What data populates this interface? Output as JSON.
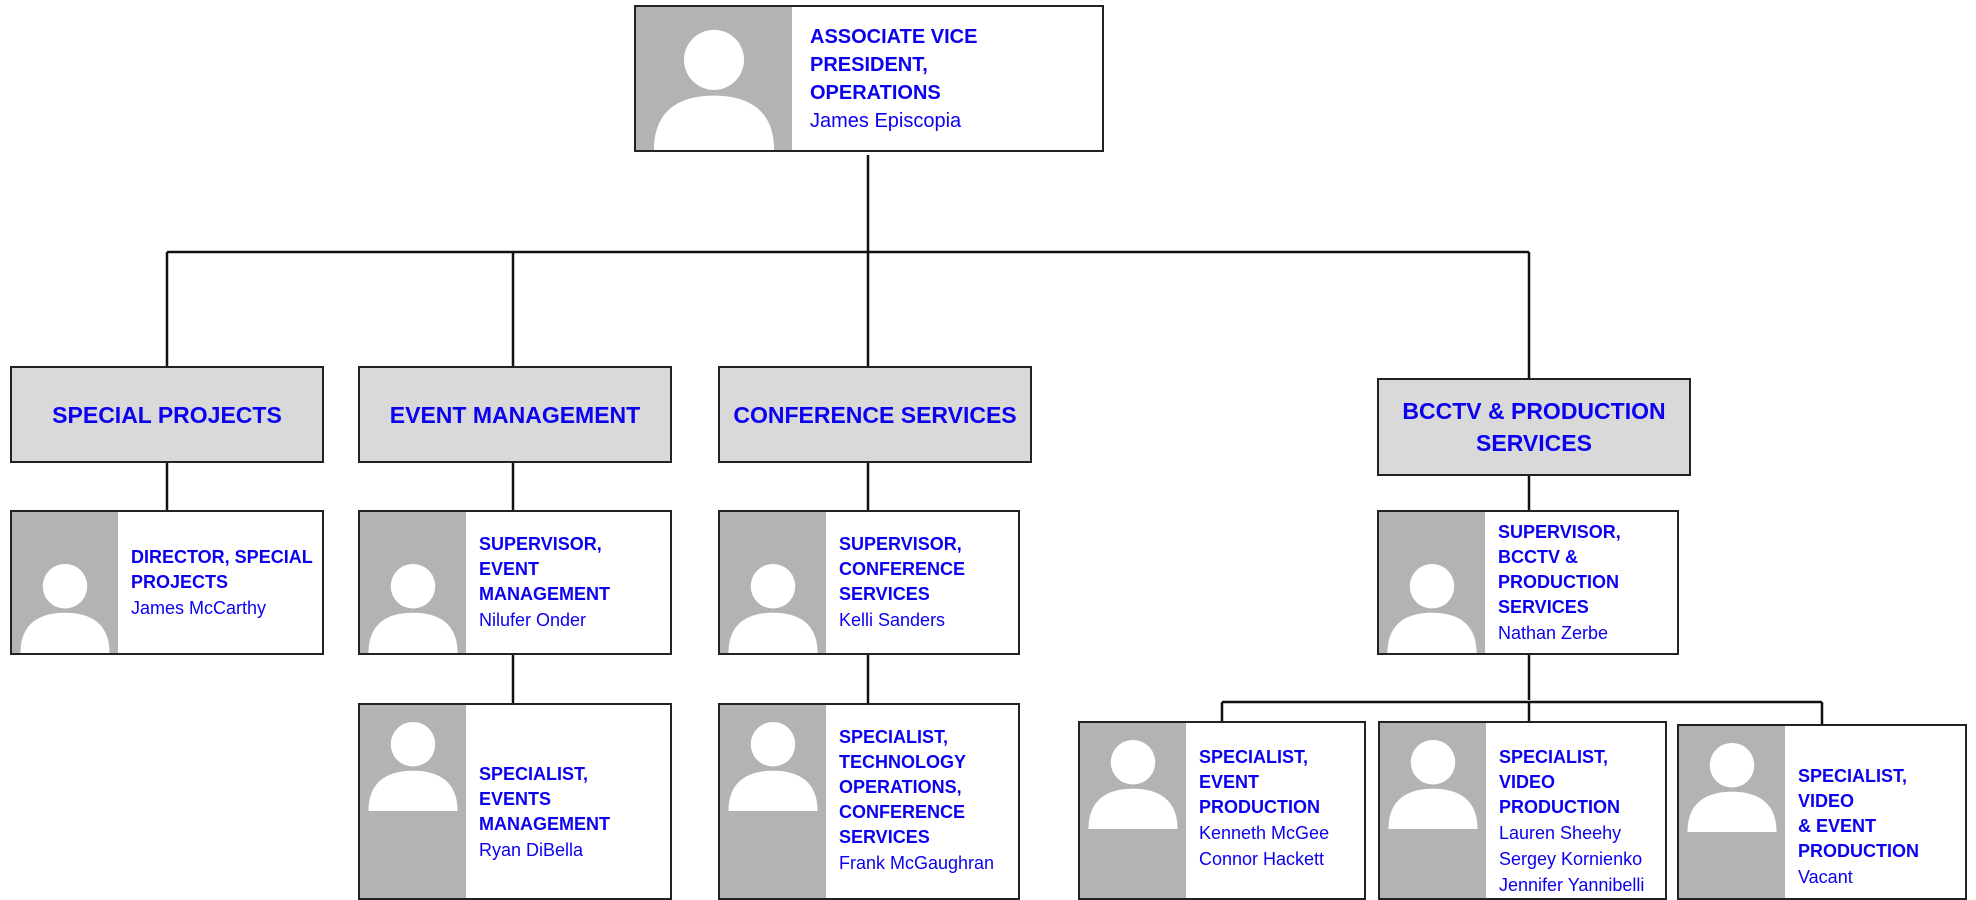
{
  "top": {
    "title": "ASSOCIATE VICE PRESIDENT,\nOPERATIONS",
    "names": "James Episcopia"
  },
  "departments": [
    {
      "label": "SPECIAL PROJECTS"
    },
    {
      "label": "EVENT MANAGEMENT"
    },
    {
      "label": "CONFERENCE SERVICES"
    },
    {
      "label": "BCCTV & PRODUCTION\nSERVICES"
    }
  ],
  "managers": [
    {
      "title": "DIRECTOR, SPECIAL\nPROJECTS",
      "names": "James McCarthy"
    },
    {
      "title": "SUPERVISOR, EVENT\nMANAGEMENT",
      "names": "Nilufer Onder"
    },
    {
      "title": "SUPERVISOR,\nCONFERENCE\nSERVICES",
      "names": "Kelli Sanders"
    },
    {
      "title": "SUPERVISOR,\nBCCTV &\nPRODUCTION\nSERVICES",
      "names": "Nathan Zerbe"
    }
  ],
  "staff": [
    {
      "title": "SPECIALIST, EVENTS\nMANAGEMENT",
      "names": "Ryan DiBella"
    },
    {
      "title": "SPECIALIST,\nTECHNOLOGY\nOPERATIONS,\nCONFERENCE\nSERVICES",
      "names": "Frank McGaughran"
    },
    {
      "title": "SPECIALIST,\nEVENT\nPRODUCTION",
      "names": "Kenneth McGee\nConnor Hackett"
    },
    {
      "title": "SPECIALIST, VIDEO\nPRODUCTION",
      "names": "Lauren Sheehy\nSergey Kornienko\nJennifer Yannibelli"
    },
    {
      "title": "SPECIALIST, VIDEO\n& EVENT\nPRODUCTION",
      "names": "Vacant"
    }
  ],
  "colors": {
    "text": "#0b00f0",
    "department_fill": "#d9d9d9",
    "photo_placeholder": "#b3b3b3",
    "line": "#111111"
  },
  "icons": {
    "photo": "person-silhouette-icon"
  }
}
